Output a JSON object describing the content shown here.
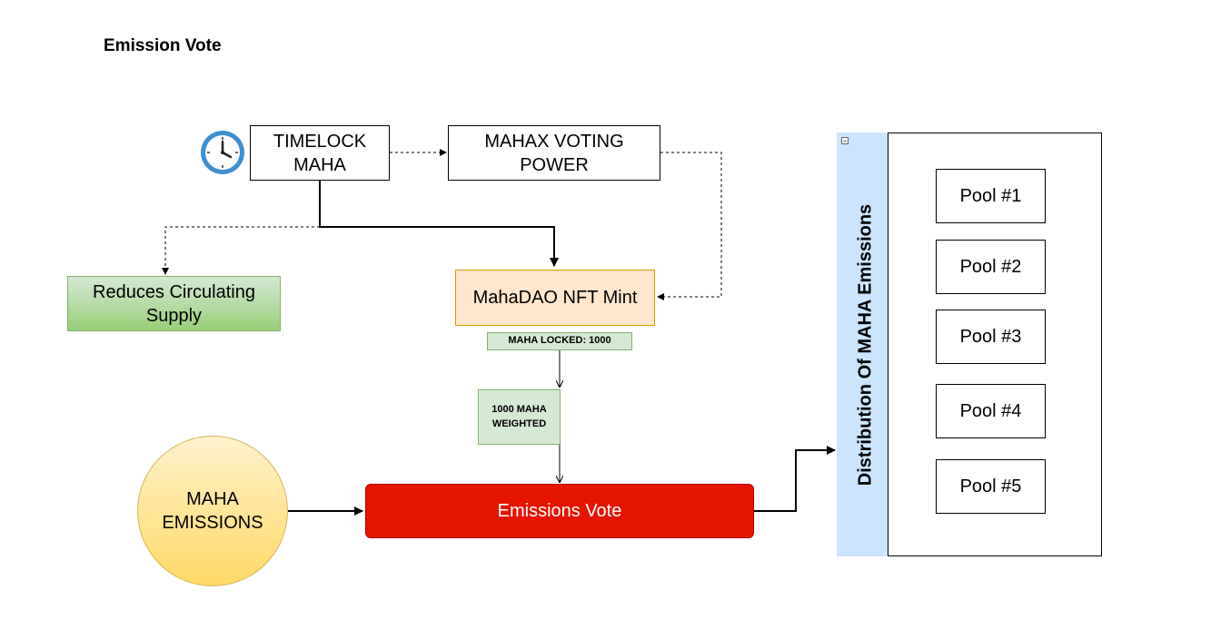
{
  "title": "Emission Vote",
  "nodes": {
    "timelock": "TIMELOCK\nMAHA",
    "voting_power": "MAHAX VOTING\nPOWER",
    "reduces_supply": "Reduces Circulating\nSupply",
    "nft_mint": "MahaDAO NFT Mint",
    "maha_locked": "MAHA LOCKED: 1000",
    "weighted": "1000 MAHA\nWEIGHTED",
    "maha_emissions": "MAHA\nEMISSIONS",
    "emissions_vote": "Emissions Vote"
  },
  "distribution": {
    "title": "Distribution Of MAHA Emissions",
    "collapse_symbol": "−",
    "pools": [
      "Pool #1",
      "Pool #2",
      "Pool #3",
      "Pool #4",
      "Pool #5"
    ]
  },
  "colors": {
    "emissions_vote_fill": "#e51400",
    "nft_mint_fill": "#ffe6cc",
    "green_fill": "#d5e8d4",
    "circle_fill": "#ffd966",
    "swimlane_header": "#cce5ff"
  },
  "icons": [
    "clock-icon"
  ]
}
